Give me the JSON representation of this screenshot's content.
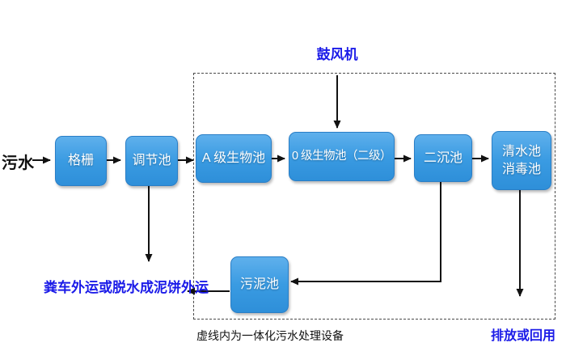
{
  "colors": {
    "node_fill_top": "#5FB0EC",
    "node_fill_bottom": "#2E8FD9",
    "node_border": "#2A7EC6",
    "node_text": "#FFFFFF",
    "accent_blue_text": "#1B1BE8",
    "arrow": "#111111",
    "plain_text": "#111111"
  },
  "flow_labels": {
    "influent": "污水",
    "blower": "鼓风机",
    "sludge_disposal": "粪车外运或脱水成泥饼外运",
    "discharge": "排放或回用",
    "equipment_note": "虚线内为一体化污水处理设备"
  },
  "nodes": [
    {
      "id": "grid",
      "label": "格栅"
    },
    {
      "id": "regulating-tank",
      "label": "调节池"
    },
    {
      "id": "a-bio-tank",
      "label": "A 级生物池"
    },
    {
      "id": "o-bio-tank",
      "label": "0 级生物池（二级）"
    },
    {
      "id": "secondary-sedimentation-tank",
      "label": "二沉池"
    },
    {
      "id": "clear-water-disinfection-tank",
      "lines": [
        "清水池",
        "消毒池"
      ]
    },
    {
      "id": "sludge-tank",
      "label": "污泥池"
    }
  ]
}
